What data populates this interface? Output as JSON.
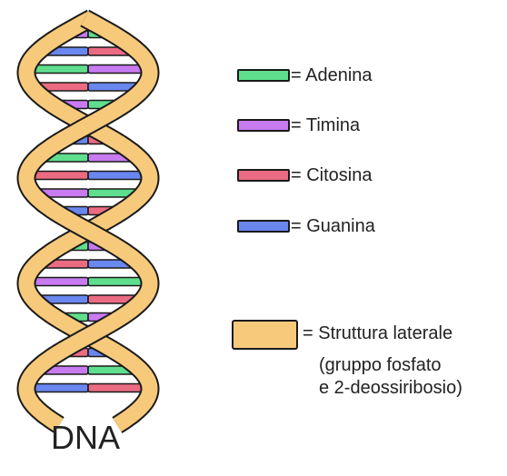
{
  "title": "DNA",
  "legend": [
    {
      "label": "= Adenina",
      "color": "#5fdf8e"
    },
    {
      "label": "= Timina",
      "color": "#c87af0"
    },
    {
      "label": "= Citosina",
      "color": "#ea6b82"
    },
    {
      "label": "= Guanina",
      "color": "#6a86ef"
    }
  ],
  "backbone": {
    "label": "= Struttura laterale",
    "note_line1": "(gruppo fosfato",
    "note_line2": "e 2-deossiribosio)",
    "color": "#f7c97b"
  }
}
